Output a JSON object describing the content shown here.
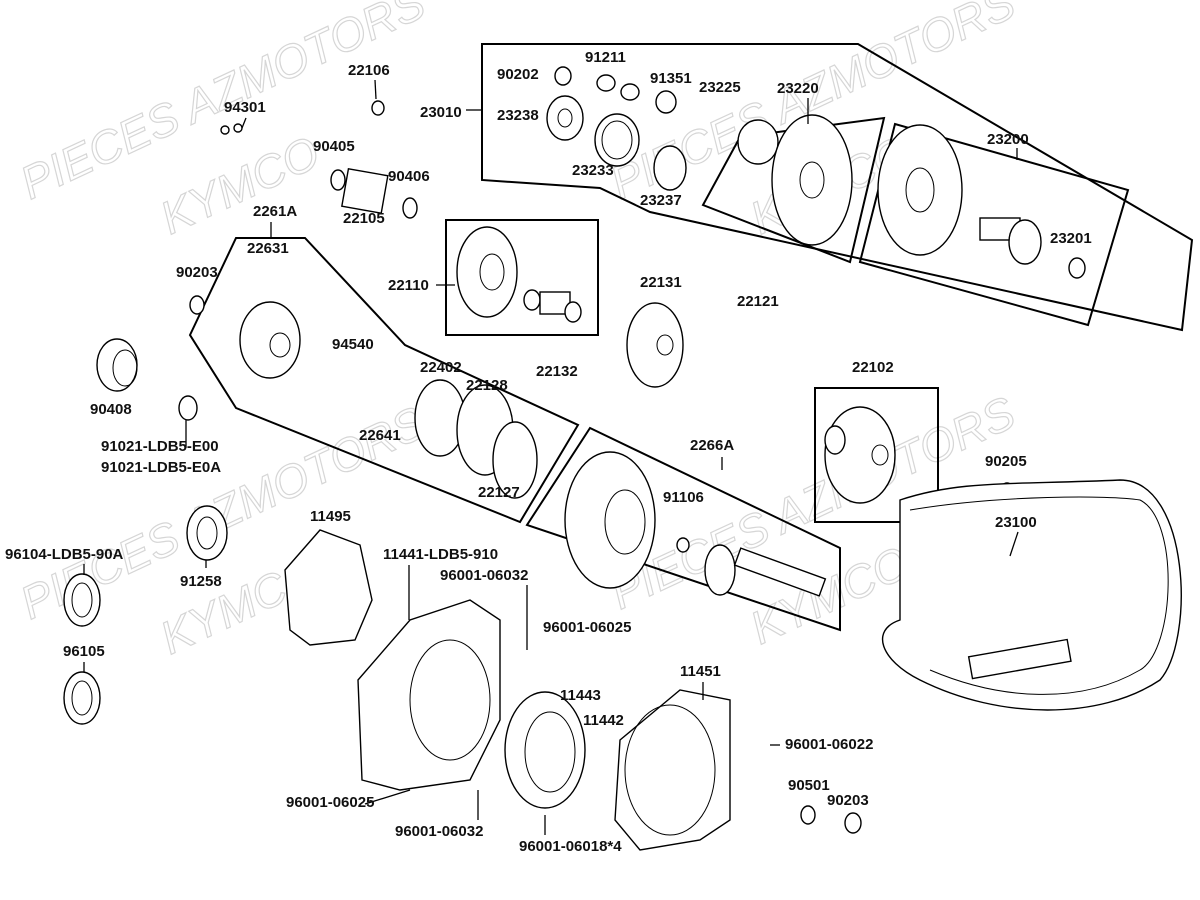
{
  "watermark": {
    "line1": "PIECES AZMOTORS",
    "line2": "KYMCO"
  },
  "labels": [
    "22106",
    "94301",
    "90405",
    "90406",
    "22105",
    "2261A",
    "22631",
    "90203",
    "23010",
    "90202",
    "91211",
    "91351",
    "23225",
    "23220",
    "23238",
    "23233",
    "23237",
    "23200",
    "23201",
    "22110",
    "22131",
    "22121",
    "94540",
    "22402",
    "22128",
    "22132",
    "22641",
    "90408",
    "91021-LDB5-E00",
    "91021-LDB5-E0A",
    "22127",
    "22102",
    "2266A",
    "91106",
    "90205",
    "23100",
    "11495",
    "96104-LDB5-90A",
    "11441-LDB5-910",
    "96001-06032",
    "91258",
    "96001-06025",
    "96105",
    "11451",
    "11443",
    "11442",
    "96001-06022",
    "90501",
    "90203",
    "96001-06025",
    "96001-06032",
    "96001-06018*4"
  ]
}
